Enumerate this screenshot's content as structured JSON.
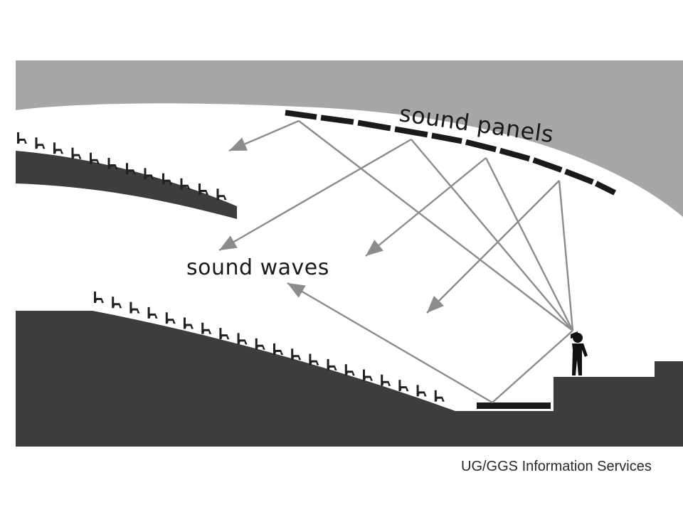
{
  "labels": {
    "sound_panels": "sound panels",
    "sound_waves": "sound waves",
    "credit": "UG/GGS Information Services"
  },
  "colors": {
    "background": "#ffffff",
    "ceiling": "#a7a7a7",
    "floor": "#3d3d3d",
    "panels": "#1a1a1a",
    "rays": "#8c8c8c",
    "seats": "#222222"
  },
  "icons": {
    "speaker": "person-figure",
    "seat": "chair-icon"
  }
}
